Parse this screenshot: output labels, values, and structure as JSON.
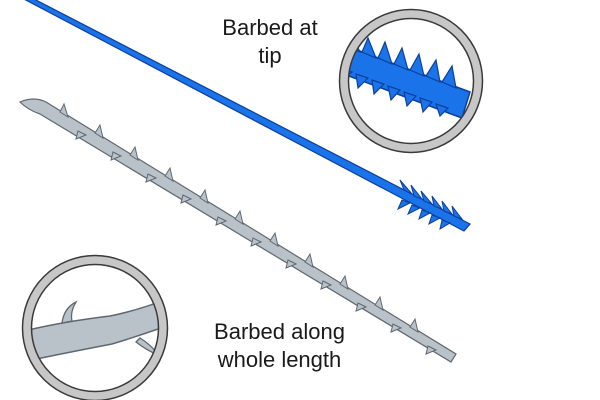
{
  "colors": {
    "blue_barbed_broach": "#1a73e8",
    "blue_outline": "#0b3f9c",
    "grey_barbed_broach": "#b9c1c9",
    "grey_outline": "#5f6770",
    "lens_ring": "#c7c7c7",
    "lens_ring_outline": "#3a3a3a"
  },
  "labels": {
    "tip": {
      "line1": "Barbed at",
      "line2": "tip"
    },
    "whole": {
      "line1": "Barbed along",
      "line2": "whole length"
    }
  },
  "icons": {
    "top_lens": "magnifier-circle-icon",
    "bottom_lens": "magnifier-circle-icon"
  }
}
